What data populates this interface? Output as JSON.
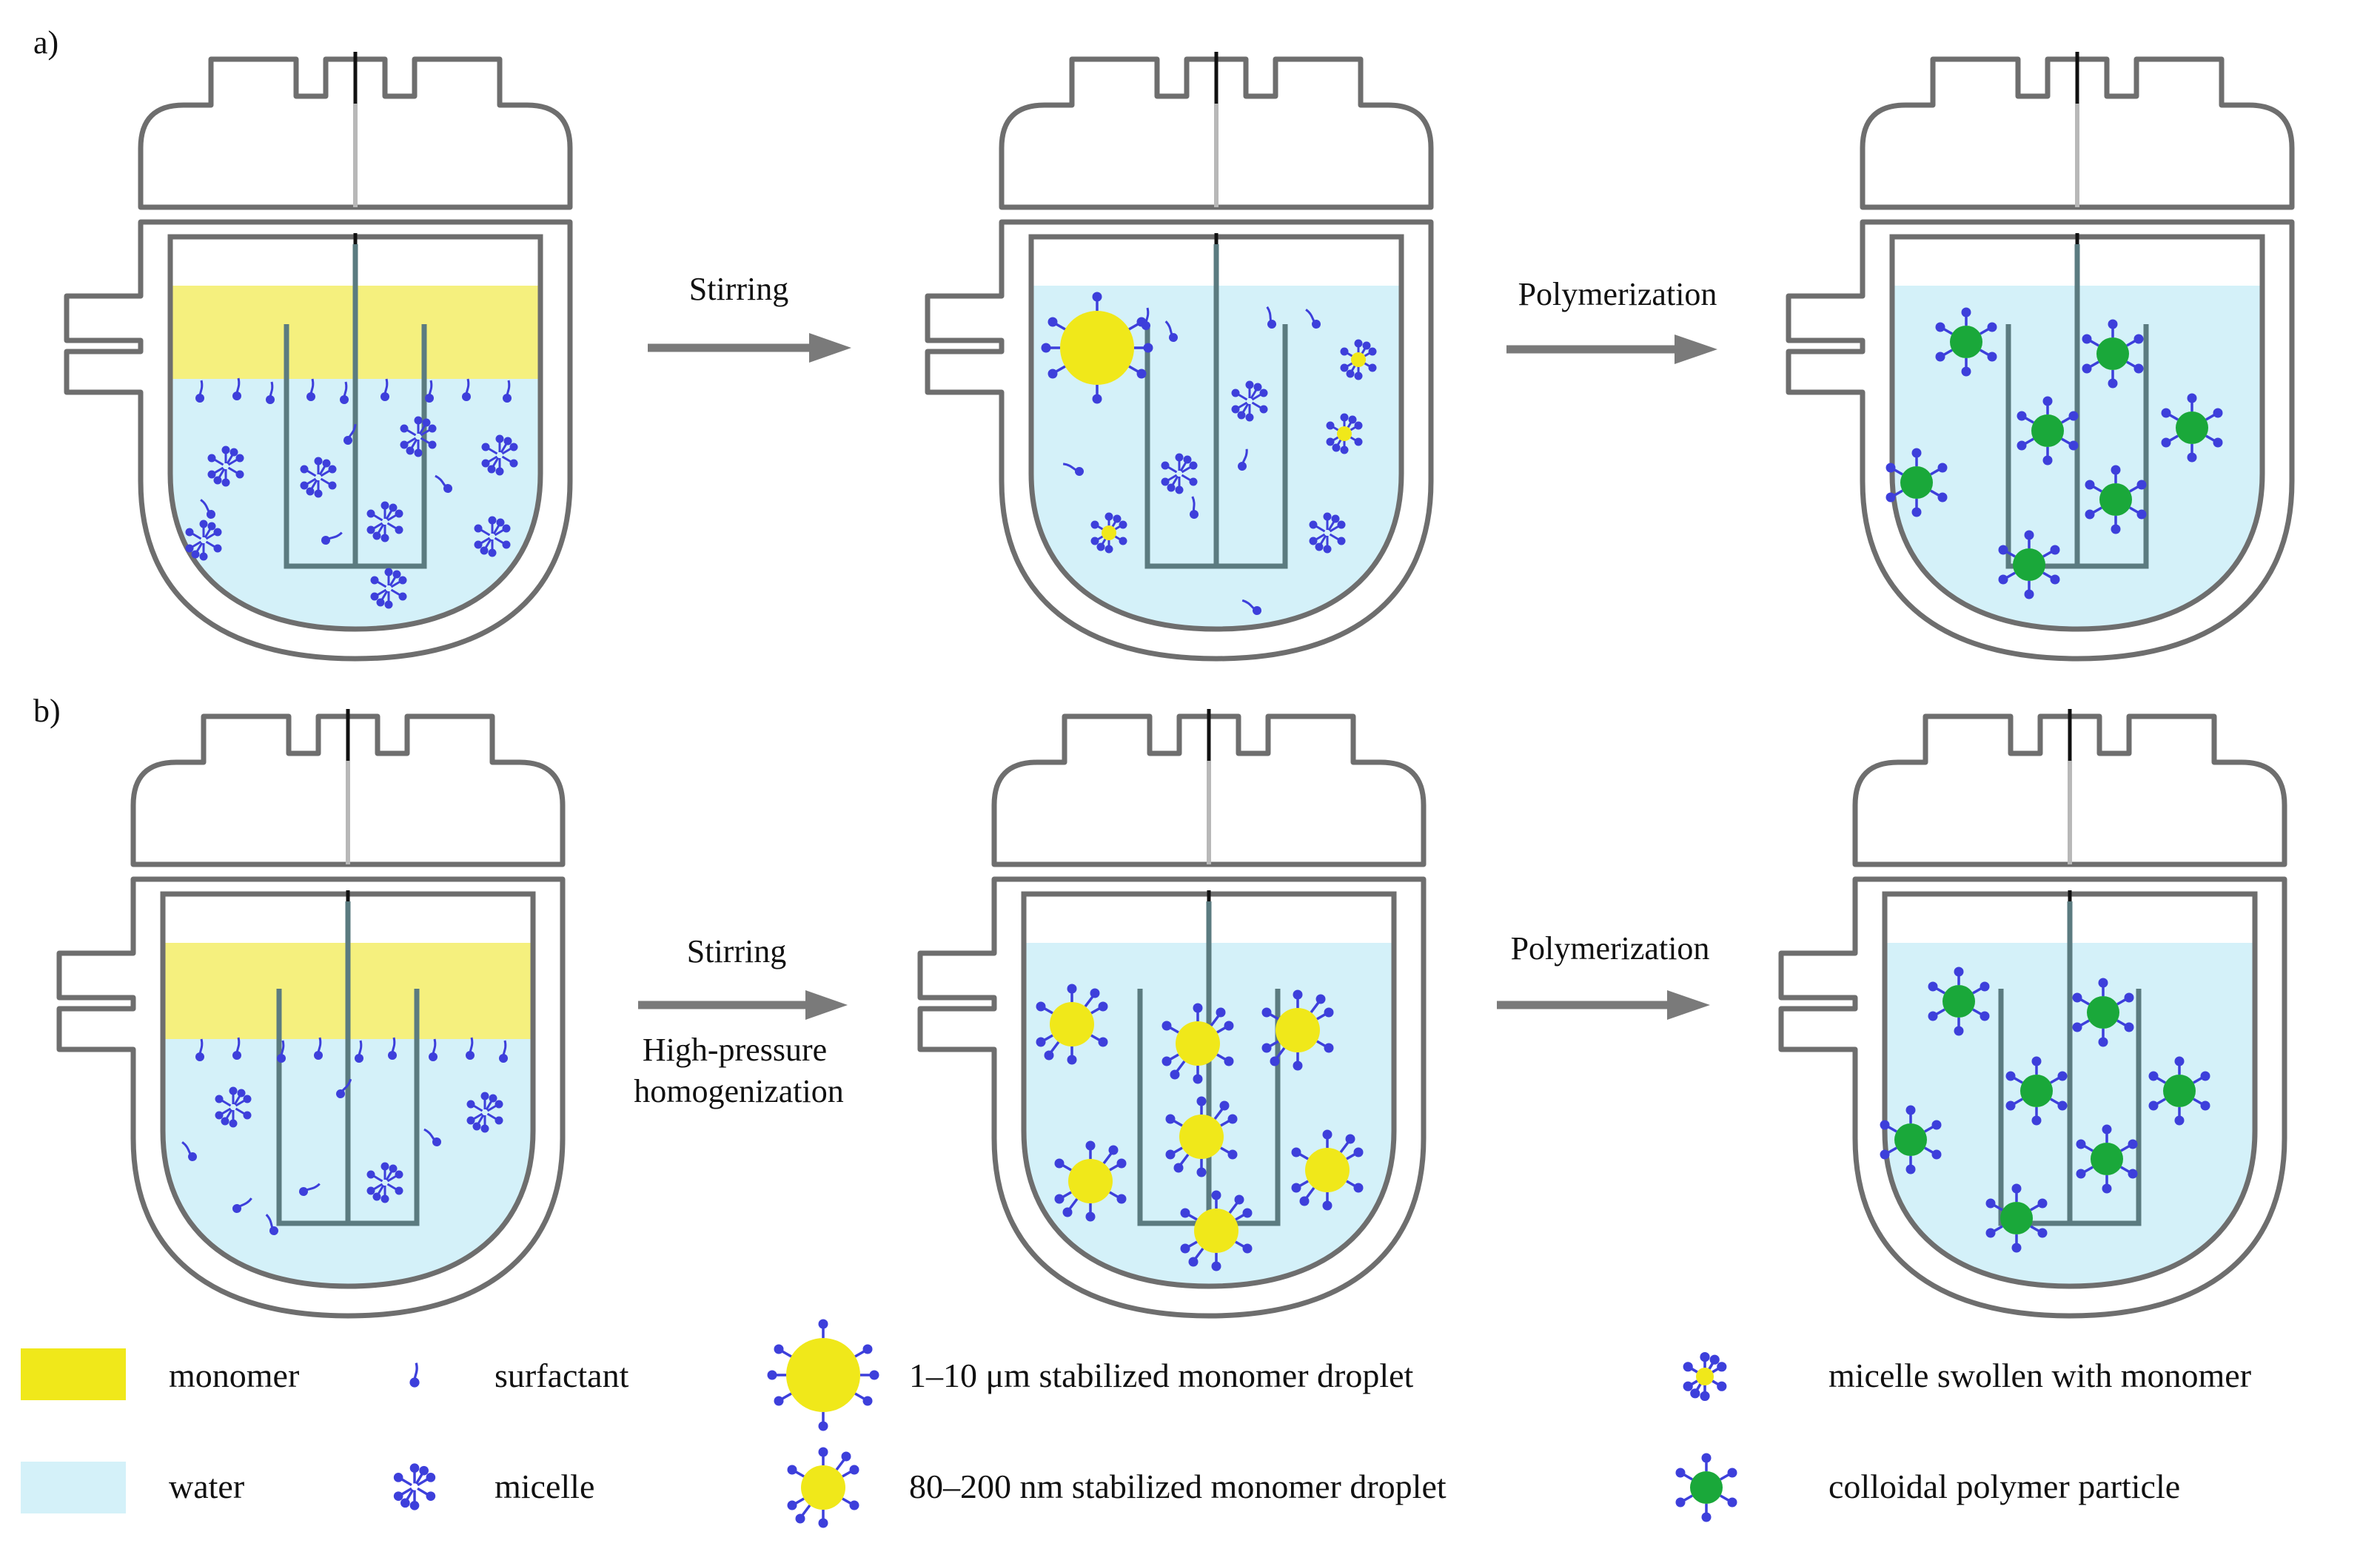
{
  "panels": [
    {
      "label": "a)",
      "step1": "Stirring",
      "step1b": "",
      "step2": "Polymerization"
    },
    {
      "label": "b)",
      "step1": "Stirring",
      "step1b": "High-pressure\nhomogenization",
      "step2": "Polymerization"
    }
  ],
  "legend": {
    "monomer": "monomer",
    "water": "water",
    "surfactant": "surfactant",
    "micelle": "micelle",
    "large_droplet": "1–10 μm stabilized monomer droplet",
    "small_droplet": "80–200 nm stabilized monomer droplet",
    "swollen_micelle": "micelle swollen with monomer",
    "polymer_particle": "colloidal polymer particle"
  },
  "colors": {
    "monomer": "#f5f07e",
    "monomer_solid": "#f0e81a",
    "water": "#d4f1f9",
    "surfactant": "#3d3fdb",
    "polymer": "#1aa83a",
    "vessel": "#6e6e6e",
    "stirrer": "#5b7b80"
  }
}
